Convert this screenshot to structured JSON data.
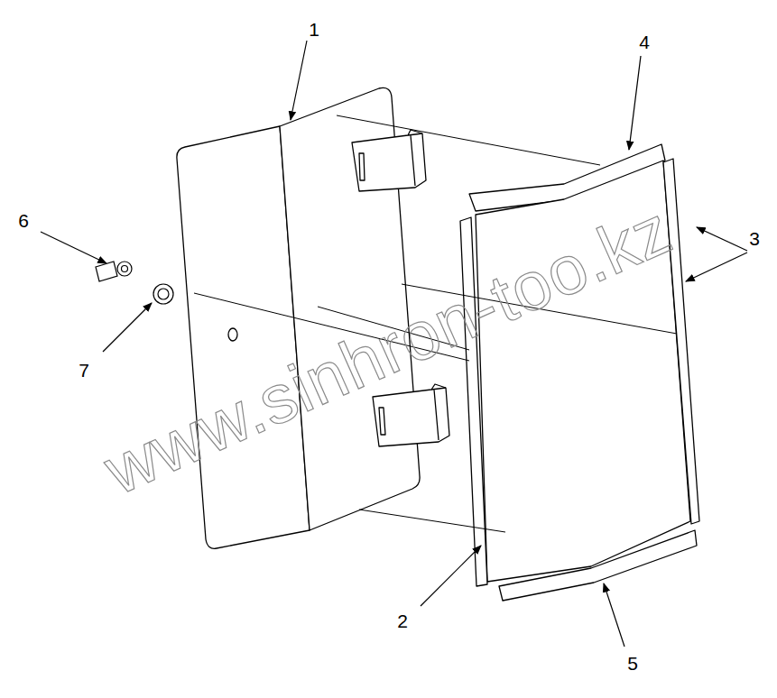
{
  "diagram": {
    "labels": [
      "1",
      "4",
      "6",
      "3",
      "7",
      "2",
      "5",
      "www.sinhron-too.kz"
    ]
  }
}
